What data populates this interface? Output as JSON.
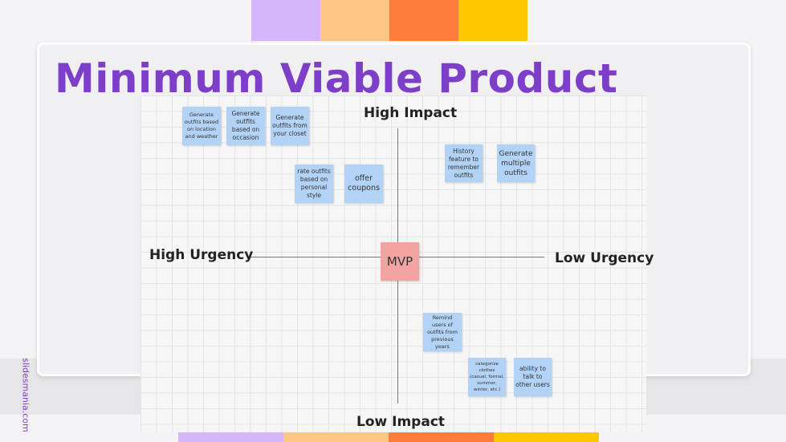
{
  "slide": {
    "title": "Minimum Viable Product",
    "watermark": "slidesmania.com",
    "colors": {
      "title": "#7d3fc9",
      "stripe_1": "#d5b5fb",
      "stripe_2": "#ffc684",
      "stripe_3": "#ff7c3a",
      "stripe_4": "#ffc700",
      "sticky_note": "#b3d3f6",
      "mvp_note": "#f4a3a3"
    }
  },
  "matrix": {
    "top_label": "High Impact",
    "bottom_label": "Low Impact",
    "left_label": "High Urgency",
    "right_label": "Low Urgency",
    "center_label": "MVP",
    "notes": [
      {
        "id": "location-weather",
        "text": "Generate outfits based on location and weather"
      },
      {
        "id": "occasion",
        "text": "Generate outfits based on occasion"
      },
      {
        "id": "closet",
        "text": "Generate outfits from your closet"
      },
      {
        "id": "rate-outfits",
        "text": "rate outfits based on personal style"
      },
      {
        "id": "coupons",
        "text": "offer coupons"
      },
      {
        "id": "history",
        "text": "History feature to remember outfits"
      },
      {
        "id": "multiple-outfits",
        "text": "Generate multiple outfits"
      },
      {
        "id": "remind-users",
        "text": "Remind users of outfits from previous years"
      },
      {
        "id": "categorize",
        "text": "categorize clothes (casual, formal, summer, winter, etc.)"
      },
      {
        "id": "talk-users",
        "text": "ability to talk to other users"
      }
    ]
  }
}
